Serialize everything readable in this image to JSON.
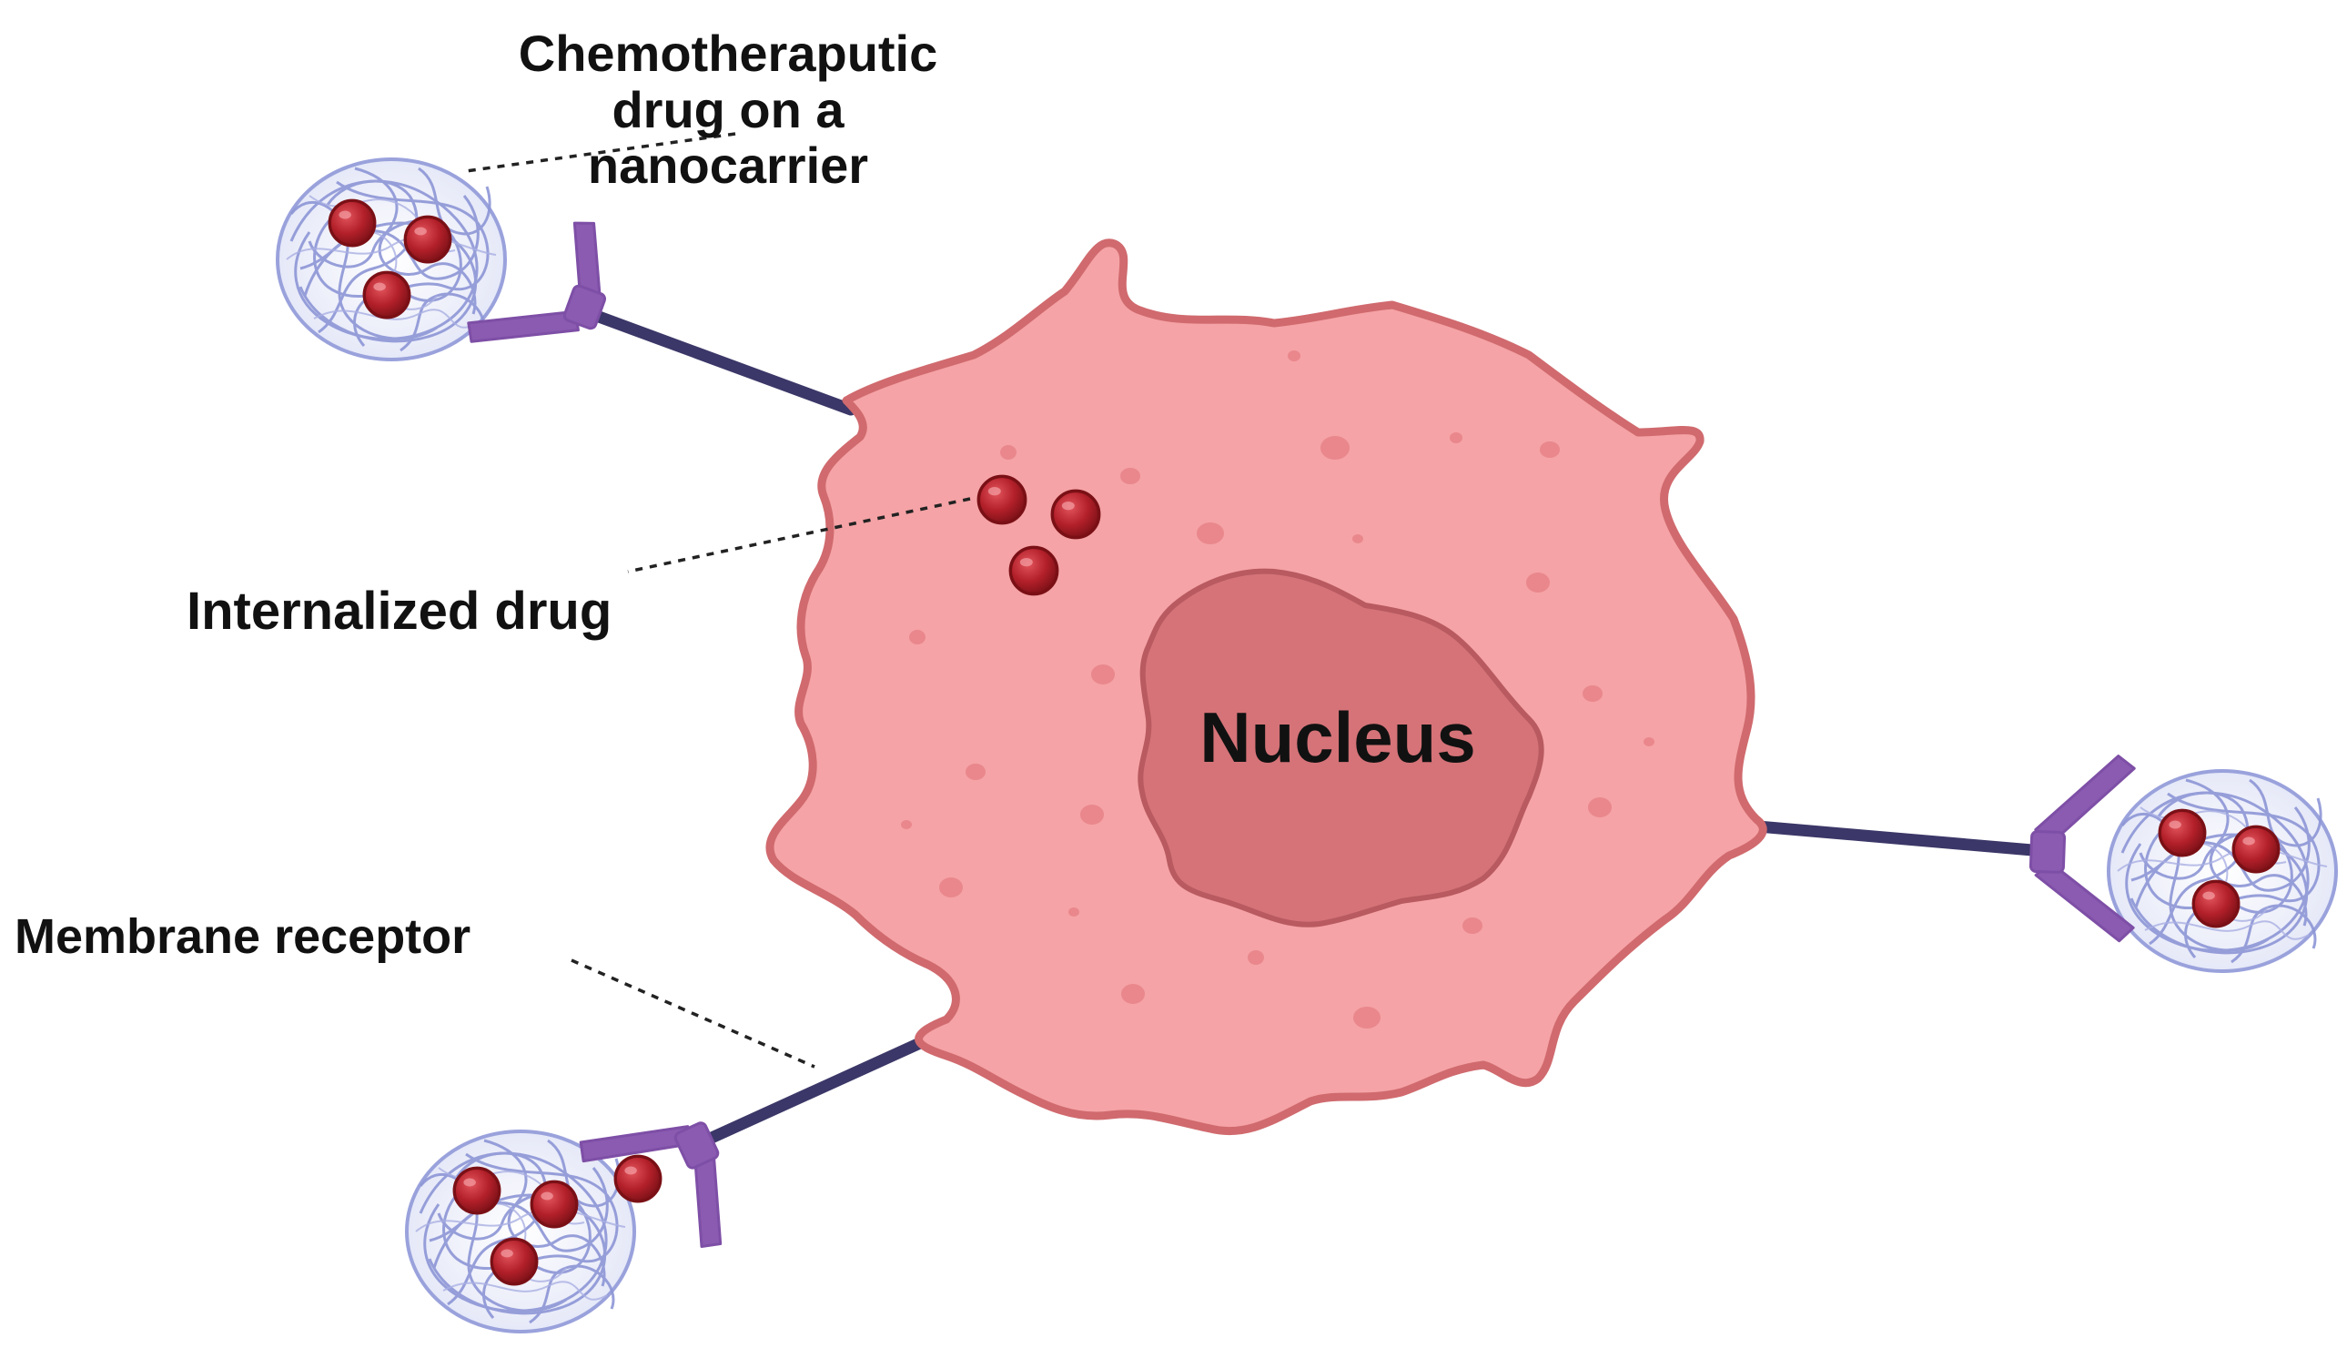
{
  "labels": {
    "chemo_line1": "Chemotheraputic drug on a",
    "chemo_line2": "nanocarrier",
    "internalized": "Internalized drug",
    "membrane": "Membrane receptor",
    "nucleus": "Nucleus"
  },
  "colors": {
    "cell_fill": "#f5a3a6",
    "cell_stroke": "#d06a6e",
    "cell_speckle": "#e9878c",
    "nucleus_fill": "#d57378",
    "nucleus_stroke": "#b85a60",
    "drug_fill": "#b3202a",
    "drug_stroke": "#7a1016",
    "receptor_stalk": "#3b3768",
    "receptor_y": "#8a5bb0",
    "nanocarrier_fill": "#eef0fb",
    "nanocarrier_strand": "#8d96d6",
    "leader_line": "#222222"
  },
  "icons": {
    "cell": "cell-shape",
    "nucleus": "nucleus-shape",
    "drug": "drug-particle-icon",
    "receptor": "y-antibody-receptor-icon",
    "nanocarrier": "nanocarrier-ball-icon"
  }
}
